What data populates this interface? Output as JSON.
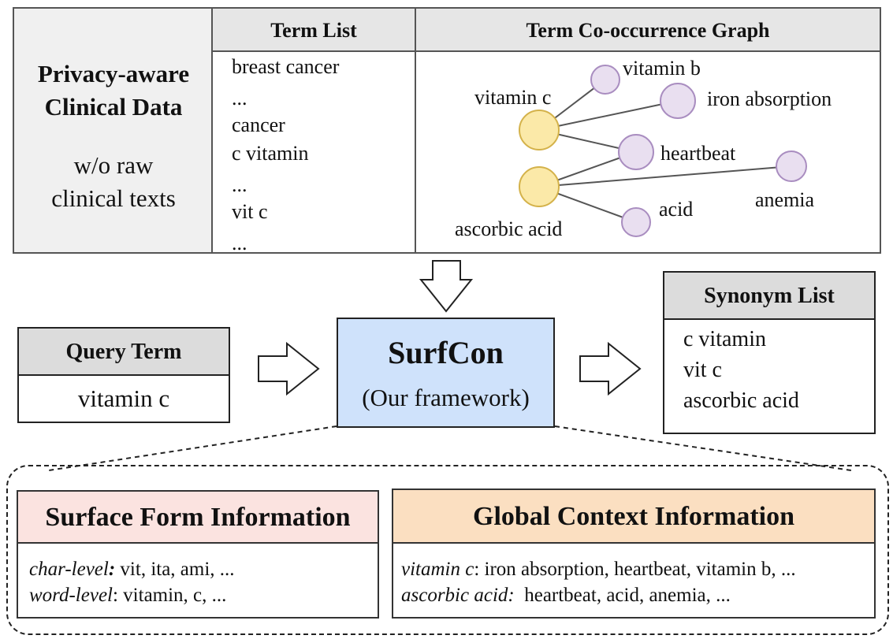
{
  "privacy": {
    "title_line1": "Privacy-aware",
    "title_line2": "Clinical Data",
    "sub_line1": "w/o raw",
    "sub_line2": "clinical texts"
  },
  "term_list": {
    "header": "Term List",
    "items": [
      "breast cancer",
      "...",
      "cancer",
      "c vitamin",
      "...",
      "vit c",
      "..."
    ]
  },
  "graph": {
    "header": "Term Co-occurrence Graph",
    "nodes": {
      "vitamin_c": "vitamin c",
      "ascorbic_acid": "ascorbic acid",
      "vitamin_b": "vitamin b",
      "iron_absorption": "iron absorption",
      "heartbeat": "heartbeat",
      "anemia": "anemia",
      "acid": "acid"
    },
    "colors": {
      "query_node": "#fbe9a8",
      "query_stroke": "#d4b24a",
      "neighbor_node": "#e9dff0",
      "neighbor_stroke": "#a98dc0",
      "edge": "#555555"
    }
  },
  "query": {
    "header": "Query Term",
    "value": "vitamin c"
  },
  "surfcon": {
    "title": "SurfCon",
    "subtitle": "(Our framework)",
    "fill": "#cfe2fb"
  },
  "synonyms": {
    "header": "Synonym List",
    "items": [
      "c vitamin",
      "vit c",
      "ascorbic acid"
    ]
  },
  "surface": {
    "header": "Surface Form Information",
    "char_label": "char-level",
    "char_colon": ":",
    "char_values": " vit, ita, ami, ",
    "char_ellipsis": "...",
    "word_label": "word-level",
    "word_values": ": vitamin, c, ",
    "word_ellipsis": "..."
  },
  "global": {
    "header": "Global Context Information",
    "line1_label": "vitamin c",
    "line1_values": ": iron absorption, heartbeat, vitamin b, ...",
    "line2_label": "ascorbic acid:",
    "line2_values": "  heartbeat, acid, anemia, ..."
  }
}
